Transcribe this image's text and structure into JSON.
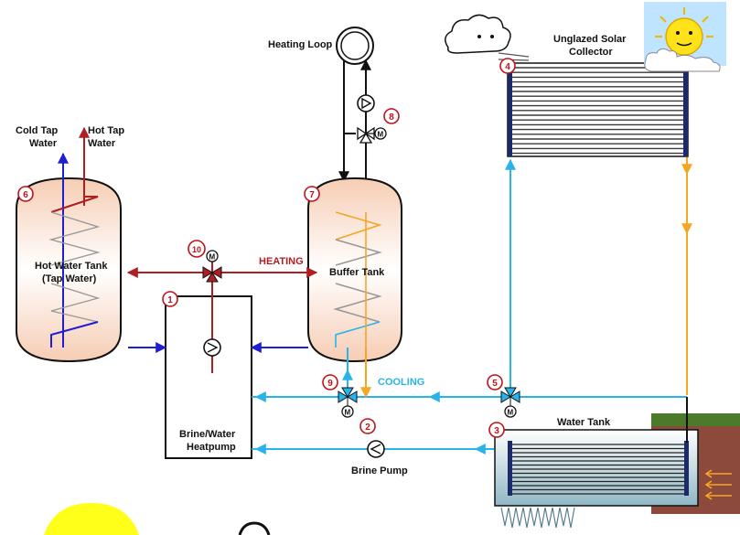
{
  "labels": {
    "heating_loop": "Heating Loop",
    "cold_tap_line1": "Cold Tap",
    "cold_tap_line2": "Water",
    "hot_tap_line1": "Hot Tap",
    "hot_tap_line2": "Water",
    "solar_line1": "Unglazed Solar",
    "solar_line2": "Collector",
    "hot_tank_line1": "Hot Water Tank",
    "hot_tank_line2": "(Tap Water)",
    "buffer_tank": "Buffer Tank",
    "heating": "HEATING",
    "cooling": "COOLING",
    "heatpump_line1": "Brine/Water",
    "heatpump_line2": "Heatpump",
    "water_tank": "Water Tank",
    "brine_pump": "Brine Pump",
    "motor": "M"
  },
  "markers": {
    "m1": "1",
    "m2": "2",
    "m3": "3",
    "m4": "4",
    "m5": "5",
    "m6": "6",
    "m7": "7",
    "m8": "8",
    "m9": "9",
    "m10": "10"
  },
  "colors": {
    "hot": "#b01e22",
    "cold": "#1f1fd0",
    "brine": "#28b4ea",
    "solar_return": "#f5a623",
    "marker": "#c0121b",
    "ground": "#8b4a3c",
    "grass": "#4a7a2a"
  }
}
